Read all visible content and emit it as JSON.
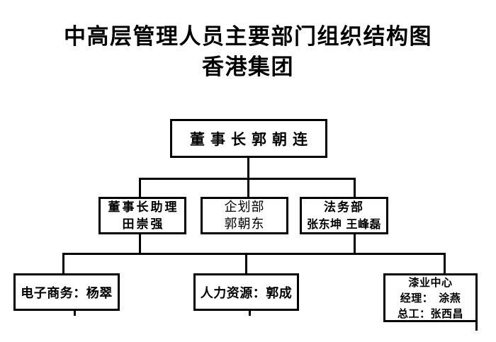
{
  "title": {
    "line1": "中高层管理人员主要部门组织结构图",
    "line2": "香港集团"
  },
  "boxes": {
    "chairman": {
      "line1": "董事长郭朝连"
    },
    "assistant": {
      "line1": "董事长助理",
      "line2": "田崇强"
    },
    "planning": {
      "line1": "企划部",
      "line2": "郭朝东"
    },
    "legal": {
      "line1": "法务部",
      "line2": "张东坤 王峰磊"
    },
    "ecommerce": {
      "line1": "电子商务：杨翠"
    },
    "hr": {
      "line1": "人力资源：郭成"
    },
    "paint": {
      "line1": "漆业中心",
      "line2": "经理：　涂燕",
      "line3": "总工：张西昌"
    }
  },
  "colors": {
    "background": "#ffffff",
    "text": "#000000",
    "line": "#000000"
  }
}
